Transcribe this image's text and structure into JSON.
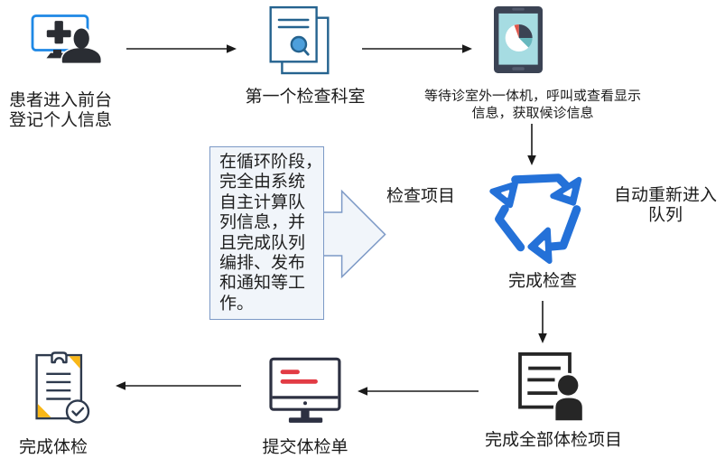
{
  "diagram": {
    "type": "flowchart",
    "language": "zh-CN",
    "background": "#ffffff"
  },
  "steps": {
    "register": {
      "line1": "患者进入前台",
      "line2": "登记个人信息"
    },
    "first_department": {
      "label": "第一个检查科室"
    },
    "wait_queue": {
      "line1": "等待诊室外一体机，呼叫或查看显示",
      "line2": "信息，获取候诊信息"
    },
    "exam_items": {
      "label": "检查项目"
    },
    "auto_requeue": {
      "line1": "自动重新进入",
      "line2": "队列"
    },
    "finish_exam": {
      "label": "完成检查"
    },
    "all_items_done": {
      "label": "完成全部体检项目"
    },
    "submit_form": {
      "label": "提交体检单"
    },
    "checkup_done": {
      "label": "完成体检"
    }
  },
  "note": {
    "text": "在循环阶段，完全由系统自主计算队列信息，并且完成队列编排、发布和通知等工作。",
    "lines": [
      "在循环阶段，",
      "完全由系统",
      "自主计算队",
      "列信息，并",
      "且完成队列",
      "编排、发布",
      "和通知等工",
      "作。"
    ]
  },
  "icons": {
    "register": "registration-desk-icon",
    "first_department": "medical-documents-icon",
    "wait_queue": "tablet-pie-chart-icon",
    "loop": "recycle-icon",
    "all_items_done": "document-person-icon",
    "submit_form": "monitor-report-icon",
    "checkup_done": "clipboard-check-icon"
  },
  "colors": {
    "monitor_blue": "#1E88E5",
    "dark_icon": "#2A2D33",
    "document_blue": "#25638F",
    "magnifier_blue": "#4D9FDB",
    "tablet_frame": "#3B4354",
    "tablet_screen": "#A6DCE2",
    "pie_teal": "#68B8BE",
    "pie_red": "#E2574B",
    "recycle_blue": "#2471D8",
    "note_border": "#7C99C6",
    "note_fill": "#F1F5FA",
    "clipboard_navy": "#2E3A4D",
    "clipboard_yellow": "#F9B717",
    "report_red": "#E23B44",
    "arrow_black": "#1A1A1A",
    "text": "#1c1c1c"
  }
}
